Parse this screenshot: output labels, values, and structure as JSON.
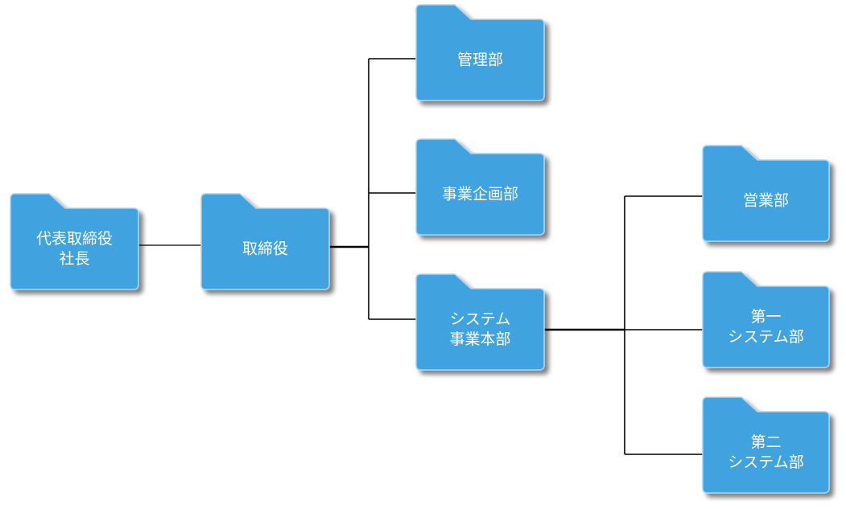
{
  "diagram": {
    "colors": {
      "folder_fill": "#3fa2de",
      "folder_stroke": "#a9d1ef",
      "label_text": "#ffffff",
      "connector": "#000000",
      "background": "#ffffff"
    },
    "nodes": [
      {
        "id": "ceo",
        "icon": "folder-icon",
        "lines": [
          "代表取締役",
          "社長"
        ]
      },
      {
        "id": "directors",
        "icon": "folder-icon",
        "lines": [
          "取締役"
        ]
      },
      {
        "id": "admin",
        "icon": "folder-icon",
        "lines": [
          "管理部"
        ]
      },
      {
        "id": "planning",
        "icon": "folder-icon",
        "lines": [
          "事業企画部"
        ]
      },
      {
        "id": "system-hq",
        "icon": "folder-icon",
        "lines": [
          "システム",
          "事業本部"
        ]
      },
      {
        "id": "sales",
        "icon": "folder-icon",
        "lines": [
          "営業部"
        ]
      },
      {
        "id": "system-1",
        "icon": "folder-icon",
        "lines": [
          "第一",
          "システム部"
        ]
      },
      {
        "id": "system-2",
        "icon": "folder-icon",
        "lines": [
          "第二",
          "システム部"
        ]
      }
    ],
    "edges": [
      {
        "from": "ceo",
        "to": "directors"
      },
      {
        "from": "directors",
        "to": "admin"
      },
      {
        "from": "directors",
        "to": "planning"
      },
      {
        "from": "directors",
        "to": "system-hq"
      },
      {
        "from": "system-hq",
        "to": "sales"
      },
      {
        "from": "system-hq",
        "to": "system-1"
      },
      {
        "from": "system-hq",
        "to": "system-2"
      }
    ]
  }
}
